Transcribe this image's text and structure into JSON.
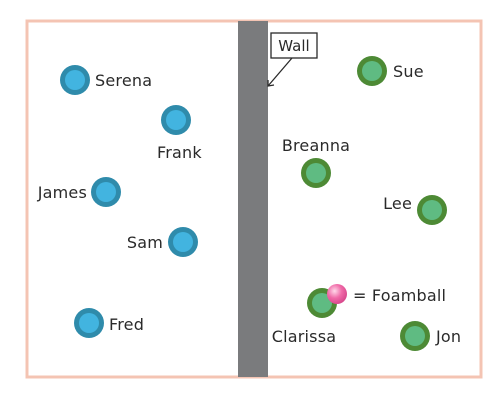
{
  "wall_label": "Wall",
  "legend_label": "= Foamball",
  "colors": {
    "border": "#f4c4b3",
    "wall": "#7a7b7d",
    "blue_outer": "#2f8bab",
    "blue_inner": "#42b4e0",
    "green_outer": "#4d8a35",
    "green_inner": "#5fbb82",
    "foamball": "#f06aa8"
  },
  "left_team": [
    {
      "name": "Serena"
    },
    {
      "name": "Frank"
    },
    {
      "name": "James"
    },
    {
      "name": "Sam"
    },
    {
      "name": "Fred"
    }
  ],
  "right_team": [
    {
      "name": "Sue"
    },
    {
      "name": "Breanna"
    },
    {
      "name": "Lee"
    },
    {
      "name": "Clarissa"
    },
    {
      "name": "Jon"
    }
  ]
}
